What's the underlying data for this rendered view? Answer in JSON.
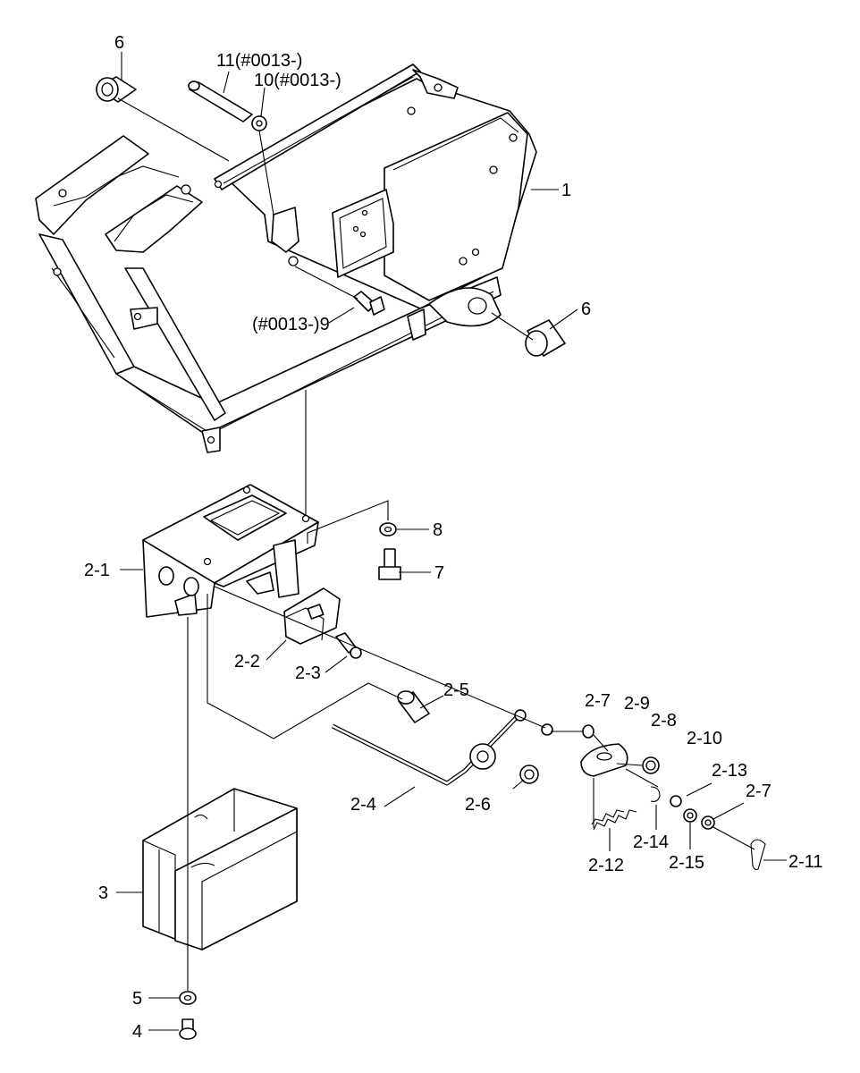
{
  "labels": {
    "l1": "1",
    "l6a": "6",
    "l6b": "6",
    "l11": "11(#0013-)",
    "l10": "10(#0013-)",
    "l9": "(#0013-)9",
    "l8": "8",
    "l7": "7",
    "l2_1": "2-1",
    "l2_2": "2-2",
    "l2_3": "2-3",
    "l2_4": "2-4",
    "l2_5": "2-5",
    "l2_6": "2-6",
    "l2_7a": "2-7",
    "l2_7b": "2-7",
    "l2_8": "2-8",
    "l2_9": "2-9",
    "l2_10": "2-10",
    "l2_11": "2-11",
    "l2_12": "2-12",
    "l2_13": "2-13",
    "l2_14": "2-14",
    "l2_15": "2-15",
    "l3": "3",
    "l4": "4",
    "l5": "5"
  }
}
